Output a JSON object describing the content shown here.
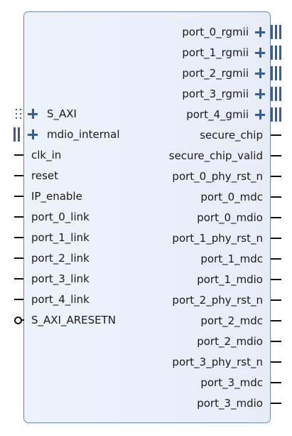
{
  "block": {
    "left_ports": [
      {
        "label": "S_AXI",
        "kind": "bus-slave"
      },
      {
        "label": "mdio_internal",
        "kind": "bus-master"
      },
      {
        "label": "clk_in",
        "kind": "wire"
      },
      {
        "label": "reset",
        "kind": "wire"
      },
      {
        "label": "IP_enable",
        "kind": "wire"
      },
      {
        "label": "port_0_link",
        "kind": "wire"
      },
      {
        "label": "port_1_link",
        "kind": "wire"
      },
      {
        "label": "port_2_link",
        "kind": "wire"
      },
      {
        "label": "port_3_link",
        "kind": "wire"
      },
      {
        "label": "port_4_link",
        "kind": "wire"
      },
      {
        "label": "S_AXI_ARESETN",
        "kind": "inverted"
      }
    ],
    "right_ports": [
      {
        "label": "port_0_rgmii",
        "kind": "bus"
      },
      {
        "label": "port_1_rgmii",
        "kind": "bus"
      },
      {
        "label": "port_2_rgmii",
        "kind": "bus"
      },
      {
        "label": "port_3_rgmii",
        "kind": "bus"
      },
      {
        "label": "port_4_gmii",
        "kind": "bus"
      },
      {
        "label": "secure_chip",
        "kind": "wire"
      },
      {
        "label": "secure_chip_valid",
        "kind": "wire"
      },
      {
        "label": "port_0_phy_rst_n",
        "kind": "wire"
      },
      {
        "label": "port_0_mdc",
        "kind": "wire"
      },
      {
        "label": "port_0_mdio",
        "kind": "wire"
      },
      {
        "label": "port_1_phy_rst_n",
        "kind": "wire"
      },
      {
        "label": "port_1_mdc",
        "kind": "wire"
      },
      {
        "label": "port_1_mdio",
        "kind": "wire"
      },
      {
        "label": "port_2_phy_rst_n",
        "kind": "wire"
      },
      {
        "label": "port_2_mdc",
        "kind": "wire"
      },
      {
        "label": "port_2_mdio",
        "kind": "wire"
      },
      {
        "label": "port_3_phy_rst_n",
        "kind": "wire"
      },
      {
        "label": "port_3_mdc",
        "kind": "wire"
      },
      {
        "label": "port_3_mdio",
        "kind": "wire"
      }
    ]
  },
  "colors": {
    "border": "#6f87a8",
    "fill": "#eaf0f9",
    "bus": "#2f5ea3",
    "wire": "#111111"
  },
  "icons": {
    "expand": "plus-icon",
    "bus_bundle": "bus-bars-icon",
    "bus_slave": "dotted-bus-icon",
    "inverted_pin": "bubble-icon"
  }
}
